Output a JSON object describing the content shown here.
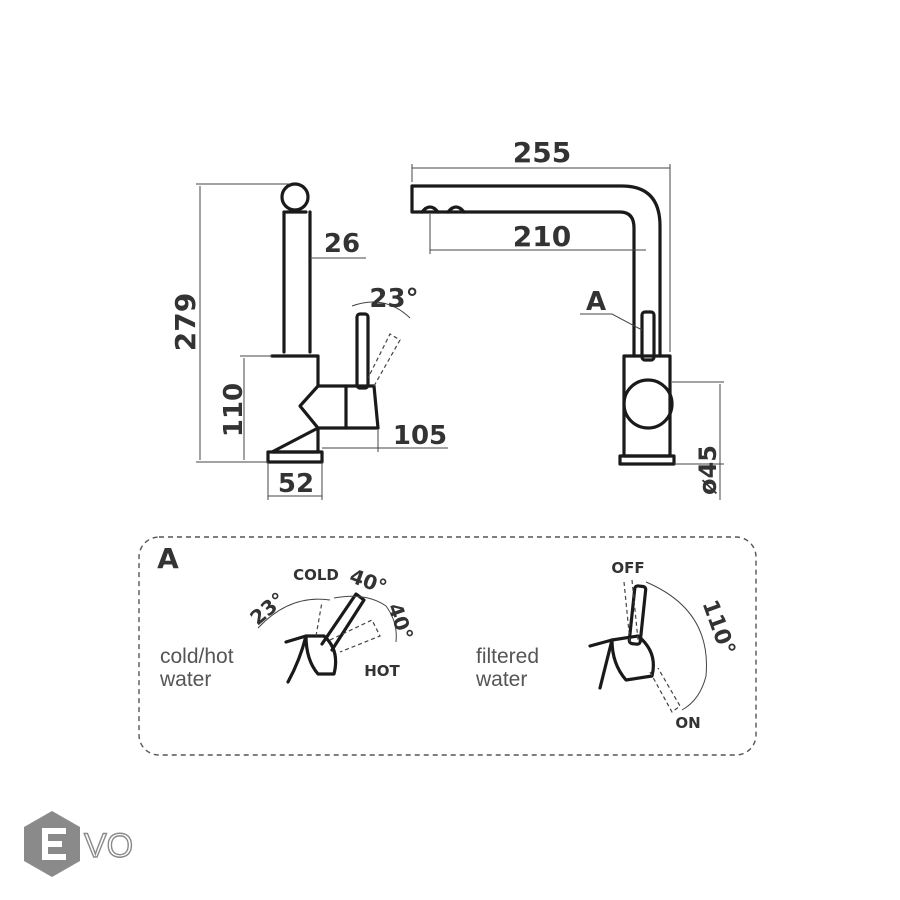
{
  "dimensions": {
    "height_total": "279",
    "height_body": "110",
    "spout_diameter": "26",
    "lever_angle": "23°",
    "lever_reach": "105",
    "base_width": "52",
    "spout_length": "255",
    "filter_spout_length": "210",
    "base_diameter": "ø45"
  },
  "callout": "A",
  "detail": {
    "title": "A",
    "left": {
      "caption_line1": "cold/hot",
      "caption_line2": "water",
      "cold_label": "COLD",
      "hot_label": "HOT",
      "angle_lift": "23°",
      "angle_cold": "40°",
      "angle_hot": "40°"
    },
    "right": {
      "caption_line1": "filtered",
      "caption_line2": "water",
      "off_label": "OFF",
      "on_label": "ON",
      "angle": "110°"
    }
  },
  "logo": {
    "text": "VO",
    "colors": {
      "hexagon": "#8a8a8a",
      "letter": "#ffffff"
    }
  }
}
